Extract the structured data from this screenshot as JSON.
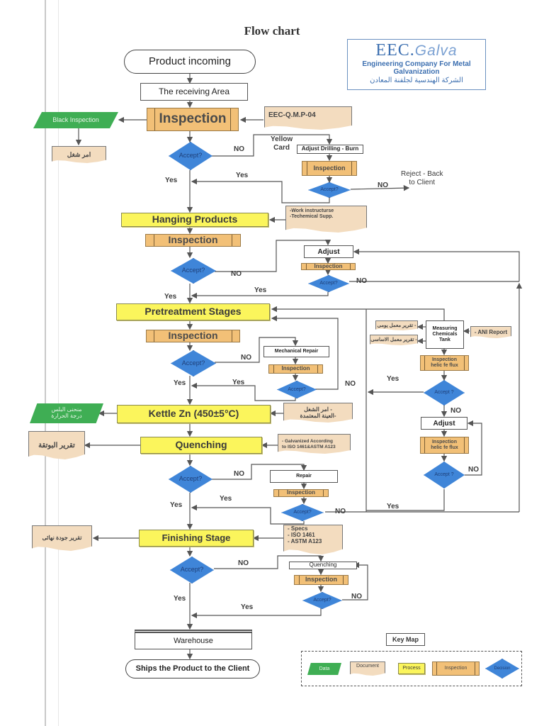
{
  "title": "Flow chart",
  "stamp": {
    "brand": "EEC.",
    "brand_script": "Galva",
    "english": "Engineering Company For Metal Galvanization",
    "arabic": "الشركة الهندسية لجلفنة المعادن"
  },
  "nodes": {
    "product_incoming": "Product  incoming",
    "receiving_area": "The receiving Area",
    "inspection_main": "Inspection",
    "black_inspection": "Black Inspection",
    "black_doc": "امر شغل",
    "qmp_doc": "EEC-Q.M.P-04",
    "decision1": "Accept?",
    "yellow_card": "Yellow\nCard",
    "adjust_drilling": "Adjust Drilling - Burn",
    "inspection_drill": "Inspection",
    "decision_drill": "Accept?",
    "reject_back": "Reject - Back\nto Client",
    "hanging": "Hanging Products",
    "hanging_doc": "-Work instructurse\n-Techemical Supp.",
    "inspection_hang": "Inspection",
    "decision2": "Accept?",
    "adjust1": "Adjust",
    "inspection_adj1": "Inspection",
    "decision_adj1": "Accept?",
    "pretreatment": "Pretreatment Stages",
    "inspection_pre": "Inspection",
    "decision3": "Accept?",
    "mech_repair": "Mechanical Repair",
    "inspection_mech": "Inspection",
    "decision_mech": "Accept?",
    "measuring": "Measuring\nChemicals\nTank",
    "doc_daily": "- تقرير معمل يومى",
    "doc_basic": "- تقرير معمل الاساسى",
    "ani_report": "- ANI Report",
    "inspection_flux1": "Inspection\nhelic fe flux",
    "decision_flux1": "Accept ?",
    "adjust2": "Adjust",
    "inspection_flux2": "Inspection\nhelic fe flux",
    "decision_flux2": "Accept ?",
    "kettle": "Kettle Zn (450±5°C)",
    "kettle_data": "منحنى البلس\nدرجة الحرارة",
    "kettle_doc": "- امر الشغل\n-العينة المعتمدة",
    "quenching": "Quenching",
    "quench_left_doc": "تقرير البوتقة",
    "quench_doc": "- Galvanized According\nto ISO 1461&ASTM A123",
    "decision4": "Accept?",
    "repair": "Repair",
    "inspection_repair": "Inspection",
    "decision_repair": "Accept?",
    "finishing": "Finishing Stage",
    "finish_left_doc": "تقرير جودة نهائى",
    "finish_doc": "- Specs\n- ISO 1461\n- ASTM A123",
    "decision5": "Accept?",
    "quenching2": "Quenching",
    "inspection_q2": "Inspection",
    "decision_q2": "Accept?",
    "warehouse": "Warehouse",
    "ships": "Ships  the Product to the Client"
  },
  "labels": {
    "no": "NO",
    "yes": "Yes"
  },
  "key_map": {
    "title": "Key Map",
    "items": [
      "Data",
      "Document",
      "Process",
      "Inspection",
      "Decision"
    ]
  },
  "colors": {
    "process": "#fbf55c",
    "inspection": "#f2c077",
    "decision": "#3f85d8",
    "data": "#3fae54",
    "document": "#f3dcbf"
  }
}
